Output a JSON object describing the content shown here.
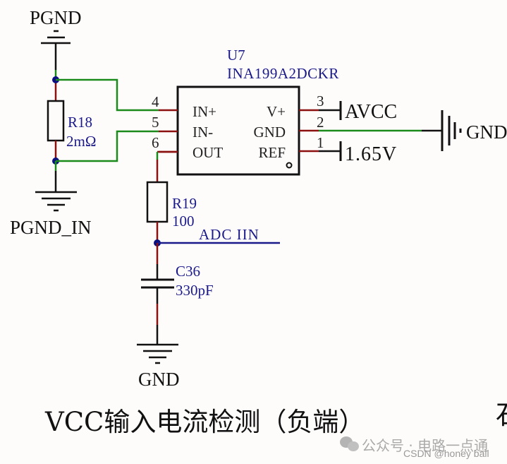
{
  "colors": {
    "wire": "#1a8a1a",
    "pin": "#8b1010",
    "body": "#111111",
    "net_label": "#1a1a8a",
    "junction": "#0a1080",
    "background": "#fefcfa"
  },
  "power_ports": {
    "pgnd_top": "PGND",
    "pgnd_in": "PGND_IN",
    "gnd_bottom": "GND",
    "gnd_right": "GND",
    "avcc": "AVCC",
    "ref_voltage": "1.65V"
  },
  "u7": {
    "designator": "U7",
    "part": "INA199A2DCKR",
    "pins_left": [
      {
        "number": "4",
        "name": "IN+"
      },
      {
        "number": "5",
        "name": "IN-"
      },
      {
        "number": "6",
        "name": "OUT"
      }
    ],
    "pins_right": [
      {
        "number": "3",
        "name": "V+"
      },
      {
        "number": "2",
        "name": "GND"
      },
      {
        "number": "1",
        "name": "REF"
      }
    ]
  },
  "r18": {
    "designator": "R18",
    "value": "2mΩ"
  },
  "r19": {
    "designator": "R19",
    "value": "100"
  },
  "c36": {
    "designator": "C36",
    "value": "330pF"
  },
  "net_adc": "ADC IIN",
  "caption": "VCC输入电流检测（负端）",
  "watermark": {
    "wechat": "公众号 · 电路一点通",
    "csdn": "CSDN @honey ball"
  }
}
